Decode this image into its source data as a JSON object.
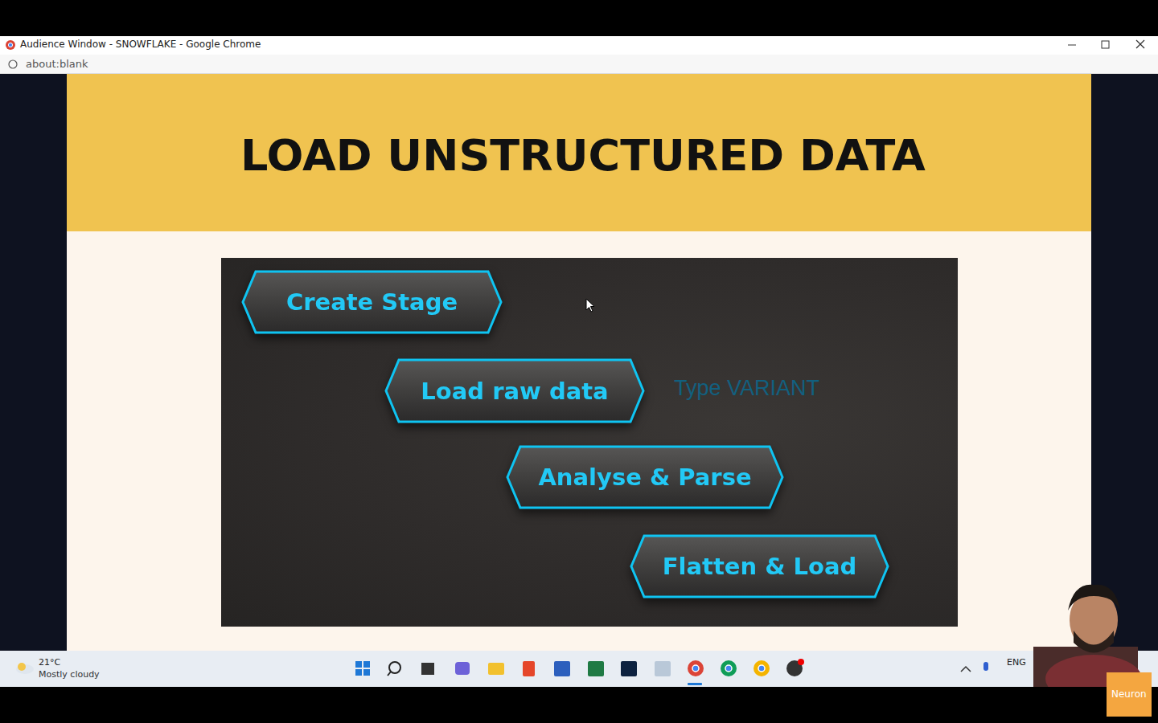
{
  "diagram": {
    "title": "LOAD UNSTRUCTURED DATA",
    "nodes": [
      {
        "text": [
          "Create Stage"
        ]
      },
      {
        "text": [
          "Load raw data"
        ]
      },
      {
        "text": [
          "Analyse & Parse"
        ]
      },
      {
        "text": [
          "Flatten & Load"
        ]
      }
    ],
    "labels": [
      "Audience Window - SNOWFLAKE - Google Chrome",
      "about:blank",
      "Type VARIANT",
      "21°C",
      "Mostly cloudy",
      "ENG",
      "Neuron"
    ]
  }
}
